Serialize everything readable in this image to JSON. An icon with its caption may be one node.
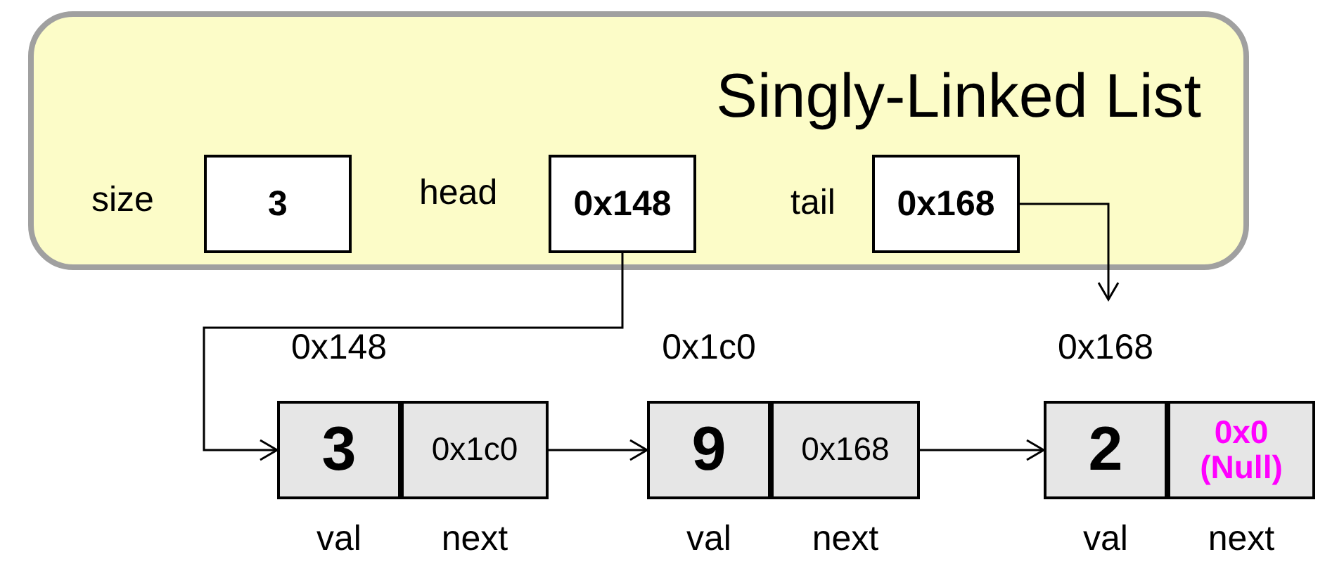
{
  "diagram": {
    "nodes": [
      {
        "text": [
          "Singly-Linked List"
        ]
      },
      {
        "text": [
          "3"
        ],
        "in": 0,
        "beside": [
          "size"
        ]
      },
      {
        "text": [
          "0x148"
        ],
        "in": 0,
        "beside": [
          "head"
        ]
      },
      {
        "text": [
          "0x168"
        ],
        "in": 0,
        "beside": [
          "tail"
        ]
      },
      {
        "text": [
          "0x148"
        ]
      },
      {
        "text": [
          "3"
        ],
        "in": 4,
        "beside": [
          "val"
        ]
      },
      {
        "text": [
          "0x1c0"
        ],
        "in": 4,
        "beside": [
          "next"
        ]
      },
      {
        "text": [
          "0x1c0"
        ]
      },
      {
        "text": [
          "9"
        ],
        "in": 7,
        "beside": [
          "val"
        ]
      },
      {
        "text": [
          "0x168"
        ],
        "in": 7,
        "beside": [
          "next"
        ]
      },
      {
        "text": [
          "0x168"
        ]
      },
      {
        "text": [
          "2"
        ],
        "in": 10,
        "beside": [
          "val"
        ]
      },
      {
        "text": [
          "0x0 (Null)"
        ],
        "in": 10,
        "beside": [
          "next"
        ]
      }
    ],
    "edges": [
      {
        "from": 2,
        "to": 5,
        "arrow": "to"
      },
      {
        "from": 6,
        "to": 8,
        "arrow": "to"
      },
      {
        "from": 9,
        "to": 11,
        "arrow": "to"
      },
      {
        "from": 3,
        "to": 10,
        "arrow": "to"
      }
    ]
  }
}
